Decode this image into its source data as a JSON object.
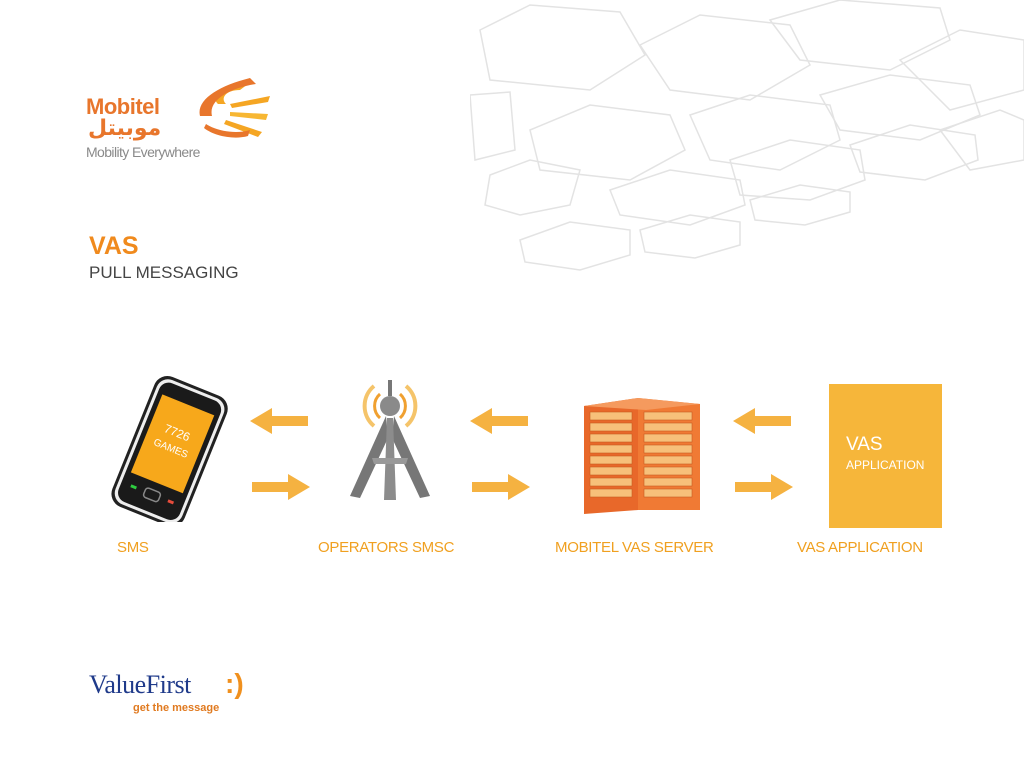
{
  "branding": {
    "mobitel_name": "Mobitel",
    "mobitel_arabic": "موبيتل",
    "mobitel_tagline": "Mobility Everywhere",
    "valuefirst_name": "ValueFirst",
    "valuefirst_smile": ":)",
    "valuefirst_tagline": "get the message"
  },
  "slide": {
    "title": "VAS",
    "subtitle": "PULL MESSAGING"
  },
  "phone_screen": {
    "line1": "7726",
    "line2": "GAMES"
  },
  "vas_box": {
    "title": "VAS",
    "subtitle": "APPLICATION"
  },
  "nodes": [
    {
      "label": "SMS",
      "icon": "mobile-phone-icon"
    },
    {
      "label": "OPERATORS SMSC",
      "icon": "antenna-tower-icon"
    },
    {
      "label": "MOBITEL VAS SERVER",
      "icon": "server-rack-icon"
    },
    {
      "label": "VAS APPLICATION",
      "icon": "vas-application-box"
    }
  ],
  "arrows": [
    {
      "from": "OPERATORS SMSC",
      "to": "SMS",
      "direction": "left"
    },
    {
      "from": "SMS",
      "to": "OPERATORS SMSC",
      "direction": "right"
    },
    {
      "from": "MOBITEL VAS SERVER",
      "to": "OPERATORS SMSC",
      "direction": "left"
    },
    {
      "from": "OPERATORS SMSC",
      "to": "MOBITEL VAS SERVER",
      "direction": "right"
    },
    {
      "from": "VAS APPLICATION",
      "to": "MOBITEL VAS SERVER",
      "direction": "left"
    },
    {
      "from": "MOBITEL VAS SERVER",
      "to": "VAS APPLICATION",
      "direction": "right"
    }
  ],
  "colors": {
    "accent_orange": "#f08a1d",
    "arrow_orange": "#f5b241",
    "vas_box": "#f6b63a",
    "server_orange": "#e8682a",
    "valuefirst_blue": "#1f3a8a"
  }
}
